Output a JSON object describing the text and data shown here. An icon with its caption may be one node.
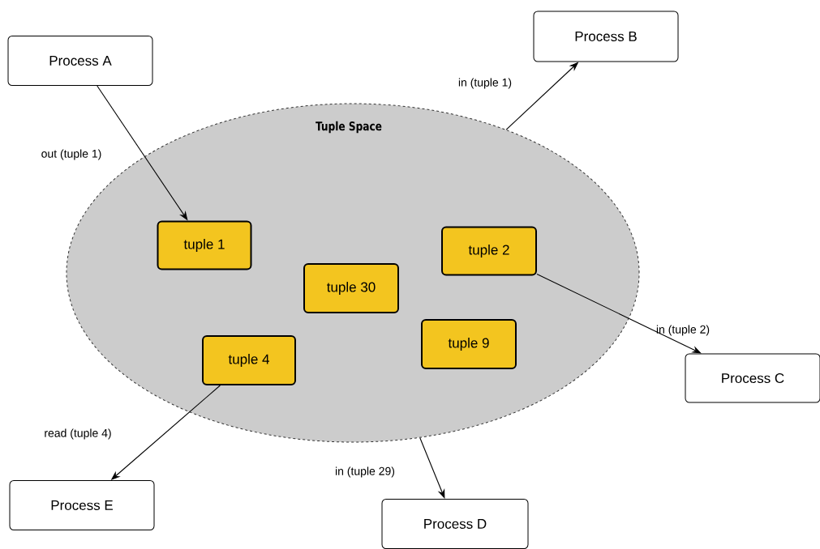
{
  "diagram": {
    "nodes": [
      {
        "text": [
          "Process A"
        ]
      },
      {
        "text": [
          "Process B"
        ]
      },
      {
        "text": [
          "Tuple Space"
        ]
      },
      {
        "text": [
          "tuple 1"
        ],
        "in": 2
      },
      {
        "text": [
          "tuple 2"
        ],
        "in": 2
      },
      {
        "text": [
          "tuple 30"
        ],
        "in": 2
      },
      {
        "text": [
          "tuple 9"
        ],
        "in": 2
      },
      {
        "text": [
          "tuple 4"
        ],
        "in": 2
      },
      {
        "text": [
          "Process C"
        ]
      },
      {
        "text": [
          "Process E"
        ]
      },
      {
        "text": [
          "Process D"
        ]
      }
    ],
    "edges": [
      {
        "from": 0,
        "to": 3,
        "arrow": "to",
        "label": "out (tuple 1)"
      },
      {
        "from": 2,
        "to": 1,
        "arrow": "to",
        "label": "in (tuple 1)"
      },
      {
        "from": 4,
        "to": 8,
        "arrow": "to",
        "label": "in (tuple 2)"
      },
      {
        "from": 7,
        "to": 9,
        "arrow": "to",
        "label": "read (tuple 4)"
      },
      {
        "from": 2,
        "to": 10,
        "arrow": "to",
        "label": "in (tuple 29)"
      }
    ]
  }
}
